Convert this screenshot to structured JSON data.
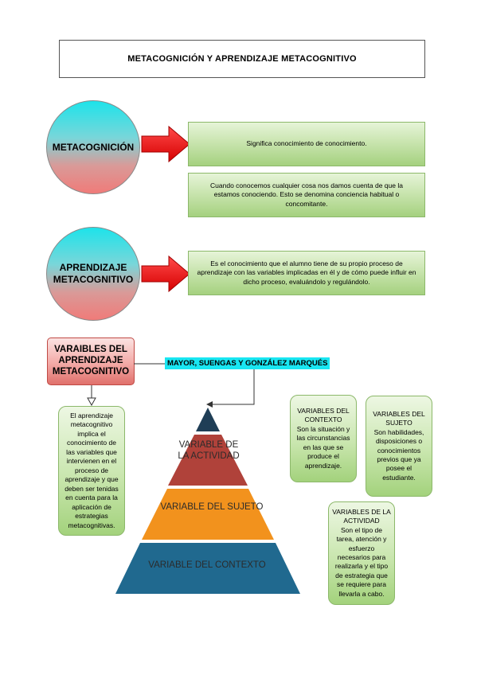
{
  "title": "METACOGNICIÓN Y APRENDIZAJE METACOGNITIVO",
  "metacognicion": {
    "label": "METACOGNICIÓN",
    "definition": "Significa conocimiento de conocimiento.",
    "explanation": "Cuando conocemos cualquier cosa nos damos cuenta de que la estamos conociendo. Esto se denomina conciencia habitual o concomitante."
  },
  "aprendizaje": {
    "label_line1": "APRENDIZAJE",
    "label_line2": "METACOGNITIVO",
    "definition": "Es el conocimiento que el alumno tiene de su propio proceso de aprendizaje con las variables implicadas en él y de cómo puede influir en dicho proceso, evaluándolo y regulándolo."
  },
  "variables": {
    "title": "VARAIBLES DEL APRENDIZAJE METACOGNITIVO",
    "authors": "MAYOR, SUENGAS Y GONZÁLEZ MARQUÉS",
    "description": "El aprendizaje metacognitivo implica el conocimiento de las variables que intervienen en el proceso de aprendizaje y que deben ser tenidas en cuenta para la aplicación de estrategias metacognitivas."
  },
  "pyramid": {
    "top": "VARIABLE DE LA ACTIVIDAD",
    "middle": "VARIABLE DEL SUJETO",
    "bottom": "VARIABLE DEL CONTEXTO",
    "colors": {
      "apex": "#1f3e56",
      "top": "#b0423a",
      "middle": "#f2921d",
      "bottom": "#20698f"
    }
  },
  "cards": {
    "contexto": {
      "title": "VARIABLES DEL CONTEXTO",
      "body": "Son la situación y las circunstancias en las que se produce el aprendizaje."
    },
    "sujeto": {
      "title": "VARIABLES DEL SUJETO",
      "body": "Son habilidades, disposiciones o conocimientos previos que ya posee el estudiante."
    },
    "actividad": {
      "title": "VARIABLES DE LA ACTIVIDAD",
      "body": "Son el tipo de tarea, atención y esfuerzo necesarios para realizarla y el tipo de estrategia que se requiere para llevarla a cabo."
    }
  }
}
